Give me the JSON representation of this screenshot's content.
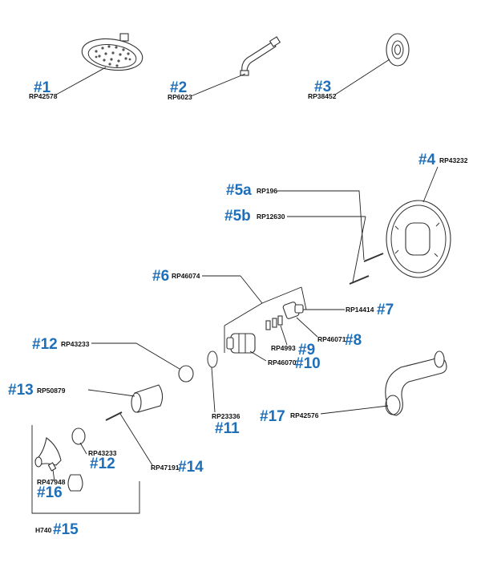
{
  "colors": {
    "callout": "#1f6fb8",
    "part_number": "#111111",
    "line": "#222222"
  },
  "labels": {
    "c1": {
      "num": "#1",
      "part": "RP42578"
    },
    "c2": {
      "num": "#2",
      "part": "RP6023"
    },
    "c3": {
      "num": "#3",
      "part": "RP38452"
    },
    "c4": {
      "num": "#4",
      "part": "RP43232"
    },
    "c5a": {
      "num": "#5a",
      "part": "RP196"
    },
    "c5b": {
      "num": "#5b",
      "part": "RP12630"
    },
    "c6": {
      "num": "#6",
      "part": "RP46074"
    },
    "c7": {
      "num": "#7",
      "part": "RP14414"
    },
    "c8": {
      "num": "#8",
      "part": "RP46071"
    },
    "c9": {
      "num": "#9",
      "part": "RP4993"
    },
    "c10": {
      "num": "#10",
      "part": "RP46070"
    },
    "c11": {
      "num": "#11",
      "part": "RP23336"
    },
    "c12a": {
      "num": "#12",
      "part": "RP43233"
    },
    "c12b": {
      "num": "#12",
      "part": "RP43233"
    },
    "c13": {
      "num": "#13",
      "part": "RP50879"
    },
    "c14": {
      "num": "#14",
      "part": "RP47191"
    },
    "c15": {
      "num": "#15",
      "part": "H740"
    },
    "c16": {
      "num": "#16",
      "part": "RP47948"
    },
    "c17": {
      "num": "#17",
      "part": "RP42576"
    }
  }
}
